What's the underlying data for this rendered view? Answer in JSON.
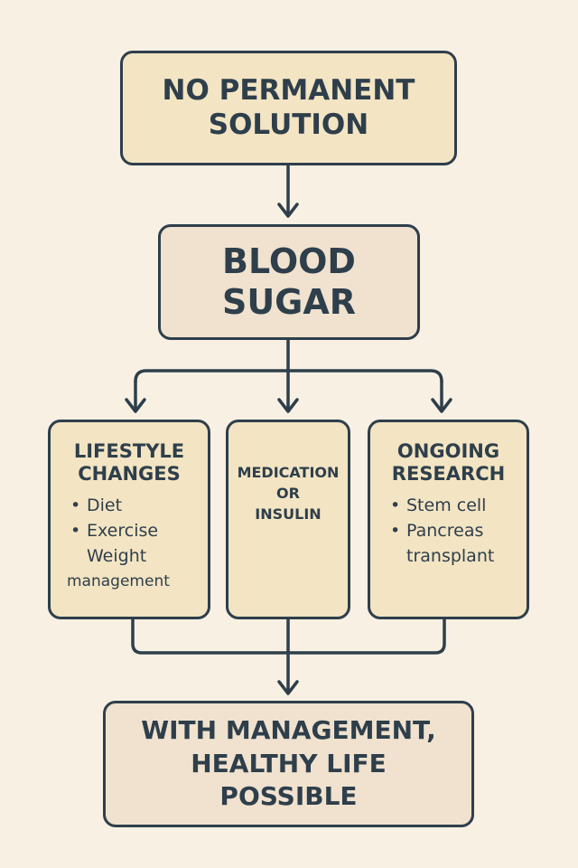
{
  "top_box": {
    "title": "NO PERMANENT\nSOLUTION"
  },
  "center_box": {
    "title": "BLOOD\nSUGAR"
  },
  "columns": [
    {
      "title": "LIFESTYLE\nCHANGES",
      "items": [
        {
          "text": "Diet",
          "bullet": true
        },
        {
          "text": "Exercise",
          "bullet": true
        },
        {
          "text": "Weight",
          "bullet": false
        },
        {
          "text": "management",
          "bullet": false
        }
      ]
    },
    {
      "title": "MEDICATION\nOR\nINSULIN",
      "items": []
    },
    {
      "title": "ONGOING\nRESEARCH",
      "items": [
        {
          "text": "Stem cell",
          "bullet": true
        },
        {
          "text": "Pancreas",
          "bullet": true
        },
        {
          "text": "transplant",
          "bullet": false
        }
      ]
    }
  ],
  "bottom_box": {
    "title": "WITH MANAGEMENT,\nHEALTHY LIFE\nPOSSIBLE"
  },
  "colors": {
    "background": "#f8f0e3",
    "box_fill": "#f3e4c3",
    "box_fill_alt": "#f0e2cf",
    "stroke": "#2e3f4b"
  }
}
